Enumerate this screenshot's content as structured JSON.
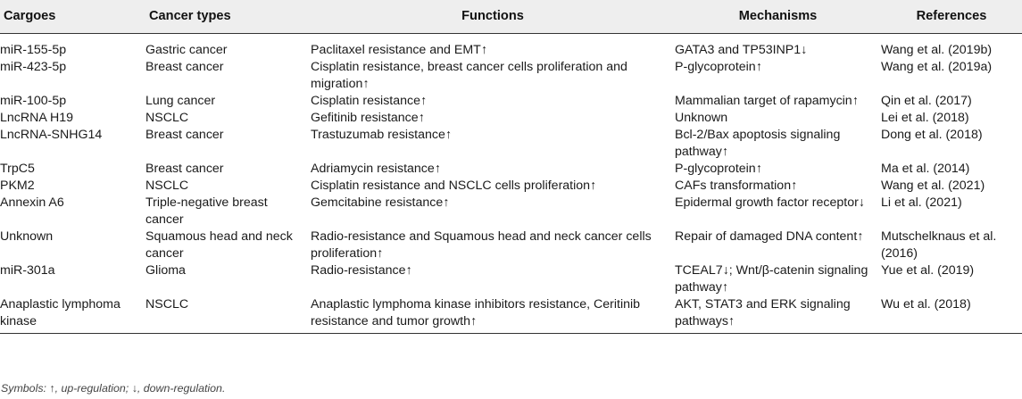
{
  "table": {
    "headers": [
      "Cargoes",
      "Cancer types",
      "Functions",
      "Mechanisms",
      "References"
    ],
    "rows": [
      [
        "miR-155-5p",
        "Gastric cancer",
        "Paclitaxel resistance and EMT↑",
        "GATA3 and TP53INP1↓",
        "Wang et al. (2019b)"
      ],
      [
        "miR-423-5p",
        "Breast cancer",
        "Cisplatin resistance, breast cancer cells proliferation and migration↑",
        "P-glycoprotein↑",
        "Wang et al. (2019a)"
      ],
      [
        "miR-100-5p",
        "Lung cancer",
        "Cisplatin resistance↑",
        "Mammalian target of rapamycin↑",
        "Qin et al. (2017)"
      ],
      [
        "LncRNA H19",
        "NSCLC",
        "Gefitinib resistance↑",
        "Unknown",
        "Lei et al. (2018)"
      ],
      [
        "LncRNA-SNHG14",
        "Breast cancer",
        "Trastuzumab resistance↑",
        "Bcl-2/Bax apoptosis signaling pathway↑",
        "Dong et al. (2018)"
      ],
      [
        "TrpC5",
        "Breast cancer",
        "Adriamycin resistance↑",
        "P-glycoprotein↑",
        "Ma et al. (2014)"
      ],
      [
        "PKM2",
        "NSCLC",
        "Cisplatin resistance and NSCLC cells proliferation↑",
        "CAFs transformation↑",
        "Wang et al. (2021)"
      ],
      [
        "Annexin A6",
        "Triple-negative breast cancer",
        "Gemcitabine resistance↑",
        "Epidermal growth factor receptor↓",
        "Li et al. (2021)"
      ],
      [
        "Unknown",
        "Squamous head and neck cancer",
        "Radio-resistance and Squamous head and neck cancer cells proliferation↑",
        "Repair of damaged DNA content↑",
        "Mutschelknaus et al. (2016)"
      ],
      [
        "miR-301a",
        "Glioma",
        "Radio-resistance↑",
        "TCEAL7↓; Wnt/β-catenin signaling pathway↑",
        "Yue et al. (2019)"
      ],
      [
        "Anaplastic lymphoma kinase",
        "NSCLC",
        "Anaplastic lymphoma kinase inhibitors resistance, Ceritinib resistance and tumor growth↑",
        "AKT, STAT3 and ERK signaling pathways↑",
        "Wu et al. (2018)"
      ]
    ]
  },
  "footnote": "Symbols: ↑, up-regulation; ↓, down-regulation."
}
